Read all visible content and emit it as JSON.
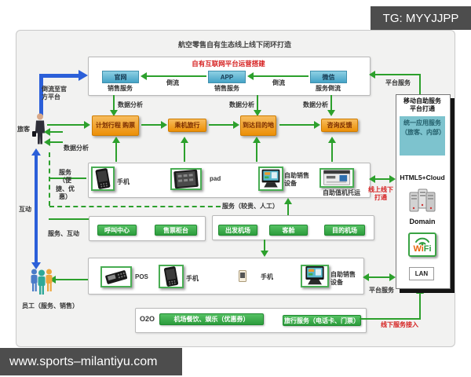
{
  "badge": {
    "text": "TG: MYYJJPP"
  },
  "footer": {
    "text": "www.sports–milantiyu.com"
  },
  "colors": {
    "arrow_green": "#2ca02c",
    "arrow_blue": "#2b5fd9",
    "step_orange": "#ec8f07",
    "pill_green": "#2c9c3c",
    "channel_blue": "#45a3c6",
    "alert_red": "#d62020",
    "teal_panel": "#7dc3ce"
  },
  "diagram": {
    "title": "航空零售自有生态线上线下闭环打造",
    "top_platform": {
      "title": "自有互联网平台运营搭建",
      "channels": [
        {
          "label": "官网",
          "sublabel": "销售服务"
        },
        {
          "label": "APP",
          "sublabel": "销售服务"
        },
        {
          "label": "微信",
          "sublabel": "服务倒流"
        }
      ],
      "flow_label": "倒流"
    },
    "left_side": {
      "redirect_label": "倒流至官方平台",
      "passenger_label": "旅客",
      "data_analysis_label": "数据分析",
      "convenient_service_label": "服务（便捷、优惠）",
      "interaction_label": "互动",
      "service_interaction_label": "服务、互动",
      "staff_label": "员工（服务、销售）"
    },
    "journey": {
      "data_analysis_label": "数据分析",
      "steps": [
        {
          "label": "计划行程 购票"
        },
        {
          "label": "乘机旅行"
        },
        {
          "label": "到达目的地"
        },
        {
          "label": "咨询反馈"
        }
      ]
    },
    "self_service_devices": {
      "items": [
        {
          "label": "手机",
          "icon": "phone-icon"
        },
        {
          "label": "pad",
          "icon": "tablet-icon"
        },
        {
          "label": "自助销售设备",
          "icon": "kiosk-icon"
        },
        {
          "label": "自助值机托运",
          "icon": "checkin-machine-icon"
        }
      ]
    },
    "manual_service": {
      "label": "服务（较贵、人工）",
      "row1": [
        {
          "label": "呼叫中心"
        },
        {
          "label": "售票柜台"
        }
      ],
      "row2": [
        {
          "label": "出发机场"
        },
        {
          "label": "客舱"
        },
        {
          "label": "目的机场"
        }
      ]
    },
    "staff_devices": {
      "items": [
        {
          "label": "POS",
          "icon": "pos-icon"
        },
        {
          "label": "手机",
          "icon": "phone-icon"
        },
        {
          "label": "手机",
          "icon": "small-phone-icon"
        },
        {
          "label": "自助销售设备",
          "icon": "kiosk-icon"
        }
      ]
    },
    "o2o": {
      "label": "O2O",
      "items": [
        {
          "label": "机场餐饮、娱乐（优惠券）"
        },
        {
          "label": "旅行服务（电话卡、门票）"
        }
      ]
    },
    "right_platform": {
      "title": "移动自助服务平台打通",
      "unified_service": "统一应用服务（旅客、内部）",
      "tech_label": "HTML5+Cloud",
      "domain_label": "Domain",
      "wifi_label_part1": "Wi",
      "wifi_label_part2": "Fi",
      "lan_label": "LAN",
      "top_link_label": "平台服务",
      "bottom_link_label": "平台服务",
      "online_offline_label": "线上线下打通",
      "offline_access_label": "线下服务接入"
    }
  }
}
